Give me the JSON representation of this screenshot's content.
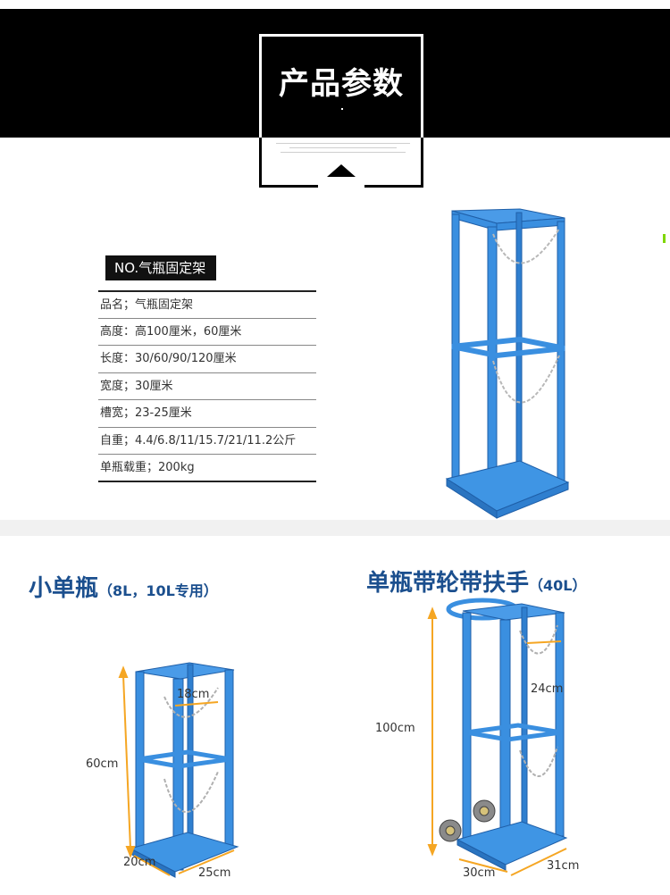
{
  "banner": {
    "title": "产品参数"
  },
  "spec": {
    "heading": "NO.气瓶固定架",
    "rows": [
      "品名；气瓶固定架",
      "高度：高100厘米，60厘米",
      "长度：30/60/90/120厘米",
      "宽度；30厘米",
      "槽宽；23-25厘米",
      "自重；4.4/6.8/11/15.7/21/11.2公斤",
      "单瓶载重；200kg"
    ]
  },
  "small": {
    "title": "小单瓶",
    "subtitle": "（8L，10L专用）",
    "dim_inner": "18cm",
    "dim_height": "60cm",
    "dim_depth": "20cm",
    "dim_width": "25cm"
  },
  "large": {
    "title": "单瓶带轮带扶手",
    "subtitle": "（40L）",
    "dim_inner": "24cm",
    "dim_height": "100cm",
    "dim_width": "30cm",
    "dim_depth": "31cm"
  },
  "colors": {
    "frame": "#3a8fe0",
    "frame_dark": "#1f5fa8",
    "accent": "#f5a623",
    "heading": "#1b4f8e"
  }
}
